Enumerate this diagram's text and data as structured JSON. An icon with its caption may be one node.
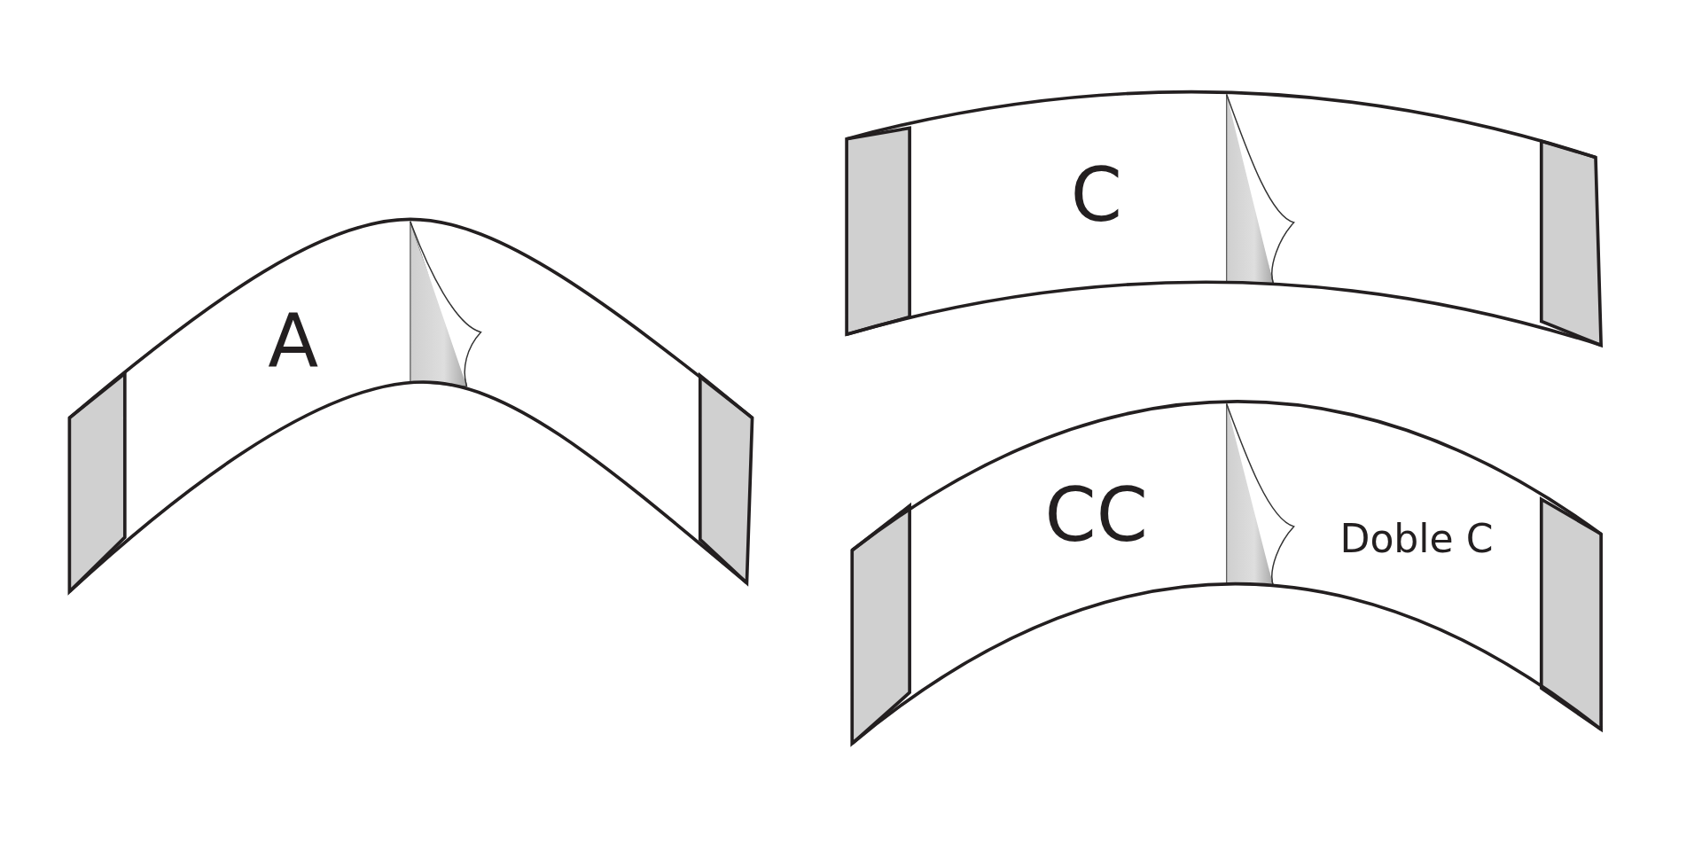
{
  "diagram": {
    "nodes": [
      {
        "text": [
          "A"
        ]
      },
      {
        "text": [
          "C"
        ]
      },
      {
        "text": [
          "CC",
          "Doble C"
        ]
      }
    ]
  }
}
